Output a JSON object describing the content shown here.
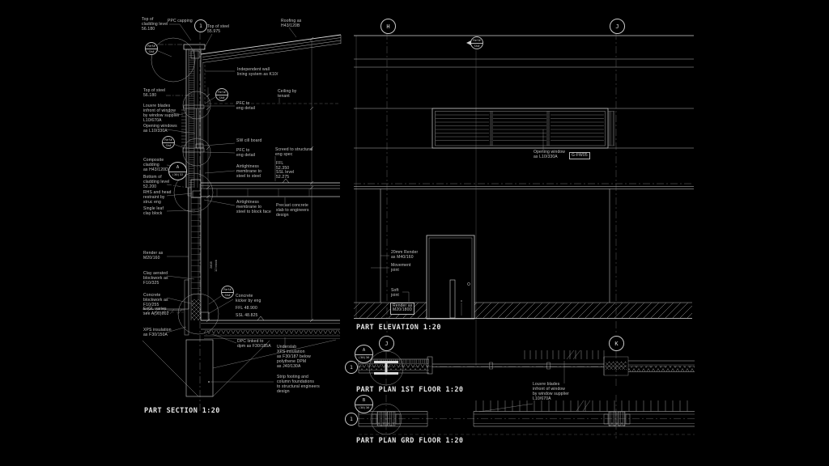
{
  "drawing": {
    "titles": {
      "section": "PART SECTION 1:20",
      "elevation": "PART ELEVATION 1:20",
      "plan_1st": "PART PLAN 1ST FLOOR 1:20",
      "plan_grd": "PART PLAN GRD FLOOR 1:20"
    },
    "grid_markers": {
      "section_1": "1",
      "elev_h": "H",
      "elev_j": "J",
      "plan1_j": "J",
      "plan1_k": "K",
      "plan1_1": "1",
      "plangrd_1": "1"
    },
    "ref_marker": {
      "top": "Ref#",
      "bottom": "Sh#"
    },
    "detail_markers": {
      "section_a": {
        "letter": "A",
        "sheet": "(30)32"
      },
      "plan1_a": {
        "letter": "A",
        "sheet": "(30)36"
      },
      "plangrd_b": {
        "letter": "B",
        "sheet": "(30)36"
      }
    },
    "section_labels": {
      "top_of_cladding": "Top of\ncladding level\n56.180",
      "ppc_capping": "PPC capping",
      "top_of_steel_high": "Top of steel\n55.975",
      "roofing": "Roofing as\nH43/120B",
      "independent_wall": "Independent wall\nlining system as K10/",
      "ceiling_by_tenant": "Ceiling by\ntenant",
      "top_of_steel_low": "Top of steel\n56.180",
      "louvre_blades": "Louvre blades\ninfront of window\nby window supplier\nL10/670A",
      "opening_windows": "Opening windows\nas L10/330A",
      "composite_cladding": "Composite\ncladding\nas H43/120D",
      "bottom_cladding": "Bottom of\ncladding level\n52.200",
      "rhs_head": "RHS and head\nrestraint by\nstruc eng",
      "single_leaf": "Single leaf\nclay block",
      "render": "Render as\nM20/160",
      "clay_aerated": "Clay aerated\nblockwork as\nF10/325",
      "concrete_blockwork": "Concrete\nblockwork as\nF10/255",
      "exgl": "ExGL varies\nsee A(90)002",
      "xps": "XPS insulation\nas  F30/150A",
      "pfc_1": "PFC to\neng detail",
      "sw_cill": "SW cill board",
      "pfc_2": "PFC to\neng detail",
      "airtight_steel": "Airtightness\nmembrane to\nsteel to steel",
      "airtight_block": "Airtightness\nmembrane to\nsteel to block face",
      "screed": "Screed to structural\neng spec",
      "ffl_52": "FFL\n52.350",
      "ssl_52": "SSL level\n52.275",
      "precast": "Precast concrete\nslab to engineers\ndesign",
      "concrete_kicker": "Concrete\nkicker by eng",
      "ffl_48": "FFL 48.900",
      "ssl_48": "SSL 48.825",
      "dpc": "DPC linked to\ndpm as F30/185A",
      "underslab": "Underslab\nXPS insulation\nas  F30/187 below\npolythene DPM\nas J40/130A",
      "strip_footing": "Strip footing and\ncolumn foundations\nto structural engineers\ndesign",
      "dim_block_height": "2805",
      "dim_block_courses": "12 block"
    },
    "elevation_labels": {
      "render_20": "20mm Render\nas M40/160",
      "movement_joint": "Movement\njoint",
      "soft_joint": "Soft\njoint",
      "render_box": "Render as\nM20/180D",
      "opening_window": "Opening window\nas L10/330A",
      "g_fw05": "G-FW05"
    },
    "plan_labels": {
      "louvre_blades": "Louvre blades\ninfront of window\nby window supplier\nL10/670A"
    }
  }
}
